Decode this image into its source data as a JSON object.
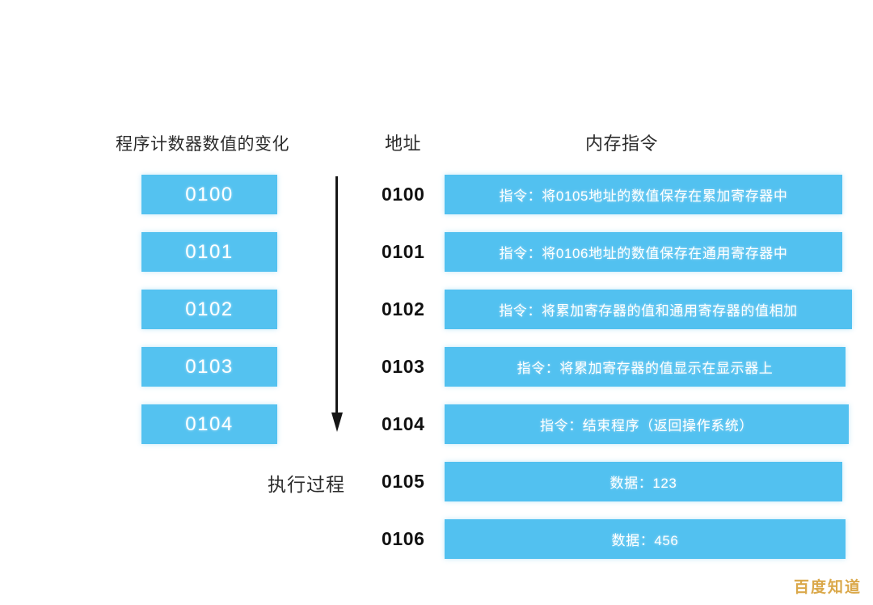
{
  "diagram": {
    "headers": {
      "pc_column": "程序计数器数值的变化",
      "address_column": "地址",
      "memory_column": "内存指令"
    },
    "flow_caption": "执行过程",
    "program_counter_values": [
      "0100",
      "0101",
      "0102",
      "0103",
      "0104"
    ],
    "memory_rows": [
      {
        "address": "0100",
        "content": "指令：将0105地址的数值保存在累加寄存器中",
        "kind": "instruction"
      },
      {
        "address": "0101",
        "content": "指令：将0106地址的数值保存在通用寄存器中",
        "kind": "instruction"
      },
      {
        "address": "0102",
        "content": "指令：将累加寄存器的值和通用寄存器的值相加",
        "kind": "instruction"
      },
      {
        "address": "0103",
        "content": "指令：将累加寄存器的值显示在显示器上",
        "kind": "instruction"
      },
      {
        "address": "0104",
        "content": "指令：结束程序（返回操作系统）",
        "kind": "instruction"
      },
      {
        "address": "0105",
        "content": "数据：123",
        "kind": "data"
      },
      {
        "address": "0106",
        "content": "数据：456",
        "kind": "data"
      }
    ],
    "watermark": "百度知道",
    "colors": {
      "box_blue": "#52c1f0",
      "box_text": "#ffffff",
      "card_border": "#3a3a3a",
      "arrow": "#161616",
      "watermark": "#d9a441"
    }
  }
}
